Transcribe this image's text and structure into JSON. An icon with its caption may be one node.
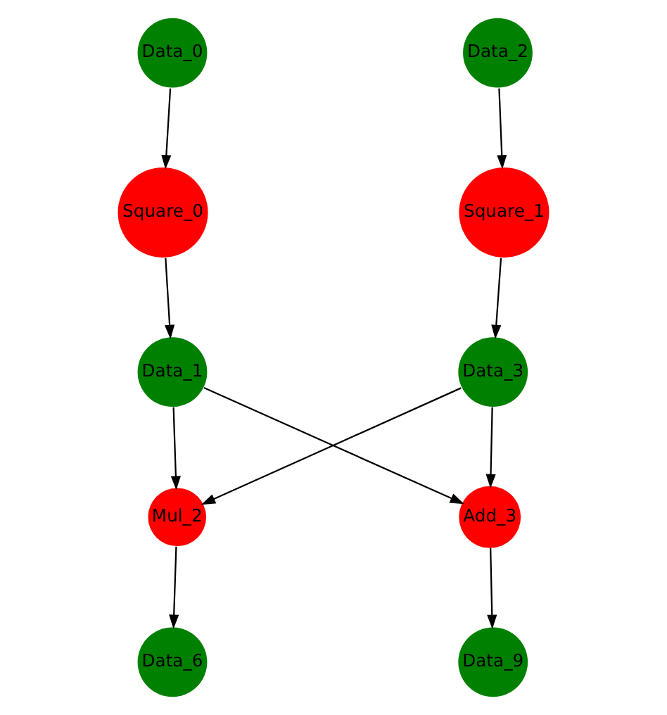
{
  "diagram": {
    "nodes": [
      {
        "text": [
          "Data_0"
        ]
      },
      {
        "text": [
          "Data_2"
        ]
      },
      {
        "text": [
          "Square_0"
        ]
      },
      {
        "text": [
          "Square_1"
        ]
      },
      {
        "text": [
          "Data_1"
        ]
      },
      {
        "text": [
          "Data_3"
        ]
      },
      {
        "text": [
          "Mul_2"
        ]
      },
      {
        "text": [
          "Add_3"
        ]
      },
      {
        "text": [
          "Data_6"
        ]
      },
      {
        "text": [
          "Data_9"
        ]
      }
    ],
    "edges": [
      {
        "from": 0,
        "to": 2,
        "arrow": "to"
      },
      {
        "from": 1,
        "to": 3,
        "arrow": "to"
      },
      {
        "from": 2,
        "to": 4,
        "arrow": "to"
      },
      {
        "from": 3,
        "to": 5,
        "arrow": "to"
      },
      {
        "from": 4,
        "to": 6,
        "arrow": "to"
      },
      {
        "from": 4,
        "to": 7,
        "arrow": "to"
      },
      {
        "from": 5,
        "to": 6,
        "arrow": "to"
      },
      {
        "from": 5,
        "to": 7,
        "arrow": "to"
      },
      {
        "from": 6,
        "to": 8,
        "arrow": "to"
      },
      {
        "from": 7,
        "to": 9,
        "arrow": "to"
      }
    ]
  }
}
